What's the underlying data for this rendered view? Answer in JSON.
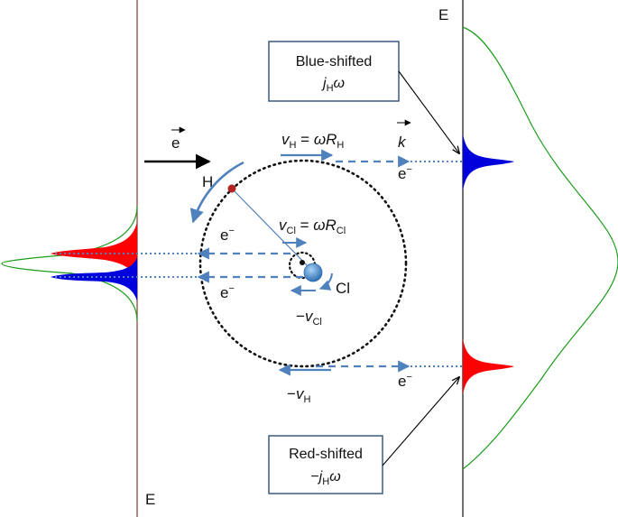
{
  "labels": {
    "e_left_axis": "E",
    "e_right_axis": "E",
    "e_vector": "e",
    "h_atom": "H",
    "cl_atom": "Cl",
    "k_vector": "k",
    "electron": "e",
    "electron_charge": "−"
  },
  "velocities": {
    "vh_top": {
      "v": "v",
      "sub": "H",
      "eq": " = ",
      "omega": "ω",
      "r": "R",
      "rsub": "H"
    },
    "vcl_top": {
      "v": "v",
      "sub": "Cl",
      "eq": " = ",
      "omega": "ω",
      "r": "R",
      "rsub": "Cl"
    },
    "vcl_bottom": {
      "minus": "−",
      "v": "v",
      "sub": "Cl"
    },
    "vh_bottom": {
      "minus": "−",
      "v": "v",
      "sub": "H"
    }
  },
  "boxes": {
    "blue": {
      "line1": "Blue-shifted",
      "j": "j",
      "sub": "H",
      "omega": "ω",
      "prefix": ""
    },
    "red": {
      "line1": "Red-shifted",
      "j": "j",
      "sub": "H",
      "omega": "ω",
      "prefix": "−"
    }
  },
  "colors": {
    "arrow_blue": "#4f81bd",
    "peak_red": "#ff0000",
    "peak_blue": "#0000dd",
    "envelope_green": "#1a9e1a",
    "box_border": "#3b5a80",
    "h_atom": "#b22222",
    "cl_atom": "#4d8fd1"
  }
}
